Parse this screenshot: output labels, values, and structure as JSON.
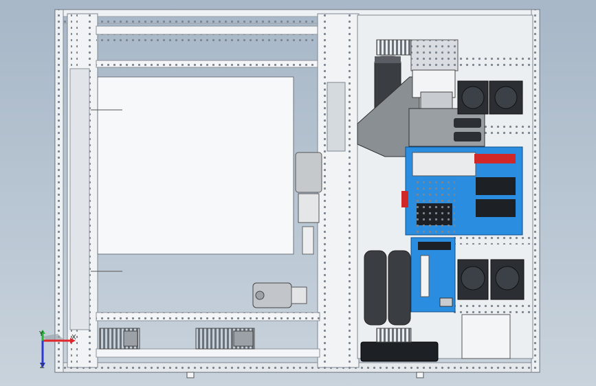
{
  "viewport": {
    "background_top": "#a7b7c7",
    "background_bottom": "#c9d3dc"
  },
  "triad": {
    "x_label": "X",
    "y_label": "Y",
    "z_label": "Z",
    "x_color": "#e0262b",
    "y_color": "#27b33a",
    "z_color": "#2a3ad2"
  },
  "colors": {
    "frame": "#e9ecef",
    "frame_edge": "#7d8690",
    "pcb_blue": "#2a8de0",
    "fan_dark": "#2b2f33",
    "capacitor": "#3a3d42",
    "relay_black": "#1d2024",
    "terminal_red": "#d02828",
    "panel_white": "#f2f4f6"
  },
  "icons": [
    "coordinate-triad-icon"
  ]
}
